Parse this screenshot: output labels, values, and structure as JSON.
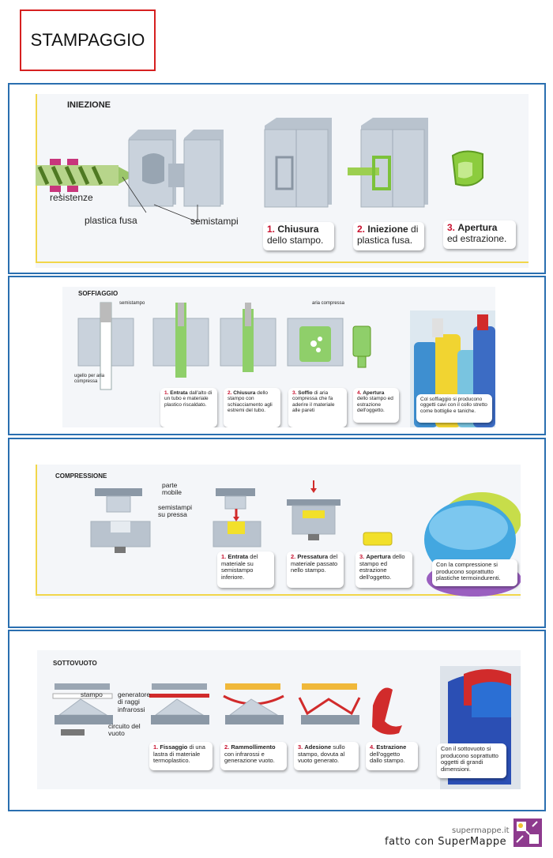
{
  "title": "STAMPAGGIO",
  "injection": {
    "heading": "INIEZIONE",
    "labels": {
      "resistenze": "resistenze",
      "plastica": "plastica fusa",
      "semistampi": "semistampi"
    },
    "steps": [
      {
        "num": "1.",
        "bold": "Chiusura",
        "rest": "dello stampo."
      },
      {
        "num": "2.",
        "bold": "Iniezione",
        "rest": "di plastica fusa."
      },
      {
        "num": "3.",
        "bold": "Apertura",
        "rest": "ed estrazione."
      }
    ]
  },
  "blow": {
    "heading": "SOFFIAGGIO",
    "labels": {
      "semistampo": "semistampo",
      "aria": "aria compressa",
      "ugello": "ugello per aria compressa"
    },
    "steps": [
      {
        "num": "1.",
        "bold": "Entrata",
        "rest": "dall'alto di un tubo e materiale plastico riscaldato."
      },
      {
        "num": "2.",
        "bold": "Chiusura",
        "rest": "dello stampo con schiacciamento agli estremi del tubo."
      },
      {
        "num": "3.",
        "bold": "Soffio",
        "rest": "di aria compressa che fa aderire il materiale alle pareti"
      },
      {
        "num": "4.",
        "bold": "Apertura",
        "rest": "dello stampo ed estrazione dell'oggetto."
      }
    ],
    "note": "Col soffiaggio si producono oggetti cavi con il collo stretto come bottiglie e taniche."
  },
  "compression": {
    "heading": "COMPRESSIONE",
    "labels": {
      "parte": "parte mobile",
      "semistampi": "semistampi su pressa"
    },
    "steps": [
      {
        "num": "1.",
        "bold": "Entrata",
        "rest": "del materiale su semistampo inferiore."
      },
      {
        "num": "2.",
        "bold": "Pressatura",
        "rest": "del materiale passato nello stampo."
      },
      {
        "num": "3.",
        "bold": "Apertura",
        "rest": "dello stampo ed estrazione dell'oggetto."
      }
    ],
    "note": "Con la compressione si producono soprattutto plastiche termoindurenti."
  },
  "vacuum": {
    "heading": "SOTTOVUOTO",
    "labels": {
      "stampo": "stampo",
      "generatore": "generatore di raggi infrarossi",
      "circuito": "circuito del vuoto"
    },
    "steps": [
      {
        "num": "1.",
        "bold": "Fissaggio",
        "rest": "di una lastra di materiale termoplastico."
      },
      {
        "num": "2.",
        "bold": "Rammollimento",
        "rest": "con infrarossi e generazione vuoto."
      },
      {
        "num": "3.",
        "bold": "Adesione",
        "rest": "sullo stampo, dovuta al vuoto generato."
      },
      {
        "num": "4.",
        "bold": "Estrazione",
        "rest": "dell'oggetto dallo stampo."
      }
    ],
    "note": "Con il sottovuoto si producono soprattutto oggetti di grandi dimensioni."
  },
  "footer": {
    "site": "supermappe.it",
    "made": "fatto con SuperMappe"
  }
}
